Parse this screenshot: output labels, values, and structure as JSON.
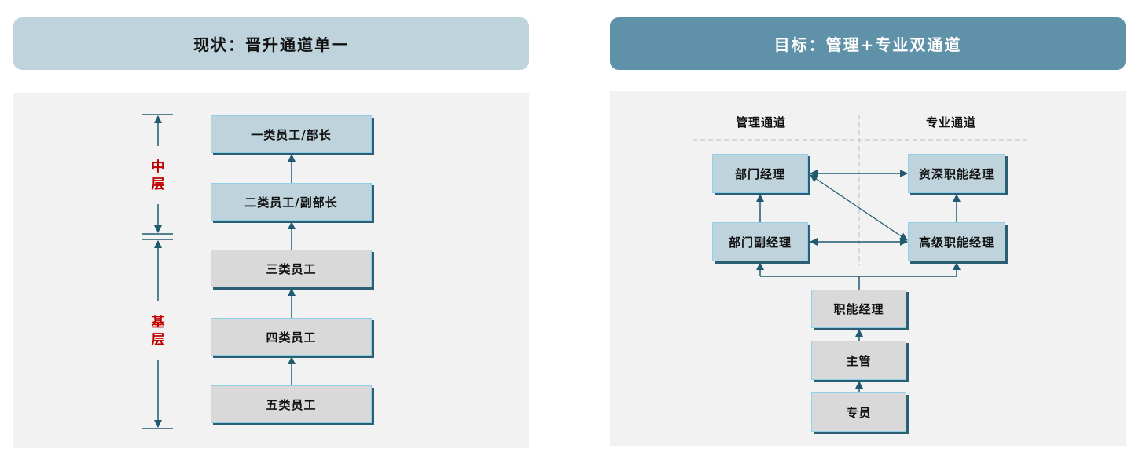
{
  "left": {
    "title": "现状：晋升通道单一",
    "tiers": [
      {
        "label": "中层"
      },
      {
        "label": "基层"
      }
    ],
    "boxes": [
      {
        "label": "一类员工/部长",
        "style": "blue"
      },
      {
        "label": "二类员工/副部长",
        "style": "blue"
      },
      {
        "label": "三类员工",
        "style": "gray"
      },
      {
        "label": "四类员工",
        "style": "gray"
      },
      {
        "label": "五类员工",
        "style": "gray"
      }
    ]
  },
  "right": {
    "title": "目标：管理+专业双通道",
    "lanes": [
      {
        "label": "管理通道"
      },
      {
        "label": "专业通道"
      }
    ],
    "boxes": {
      "dept_manager": "部门经理",
      "senior_function_manager": "资深职能经理",
      "deputy_dept_manager": "部门副经理",
      "high_function_manager": "高级职能经理",
      "function_manager": "职能经理",
      "supervisor": "主管",
      "specialist": "专员"
    }
  },
  "colors": {
    "title_left_bg": "#bfd3dc",
    "title_right_bg": "#5f91a8",
    "panel_bg": "#f2f2f2",
    "box_blue": "#bfd3dc",
    "box_gray": "#d9d9d9",
    "box_border": "#8fcfe8",
    "box_shadow": "#2b5f74",
    "arrow": "#1f5a70",
    "tier_label": "#c00000"
  }
}
